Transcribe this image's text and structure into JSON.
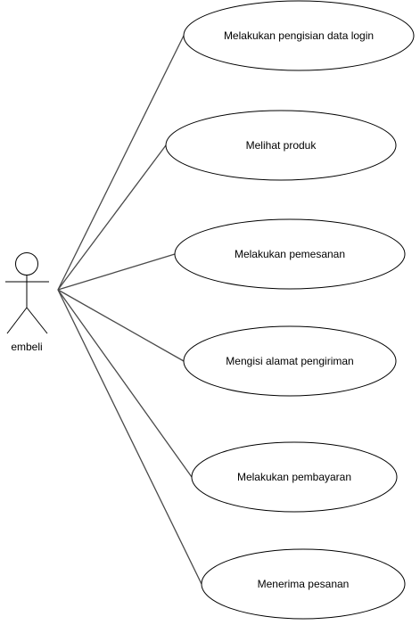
{
  "actor": {
    "label": "embeli"
  },
  "use_cases": [
    {
      "label": "Melakukan pengisian data login"
    },
    {
      "label": "Melihat produk"
    },
    {
      "label": "Melakukan pemesanan"
    },
    {
      "label": "Mengisi alamat pengiriman"
    },
    {
      "label": "Melakukan pembayaran"
    },
    {
      "label": "Menerima pesanan"
    }
  ]
}
